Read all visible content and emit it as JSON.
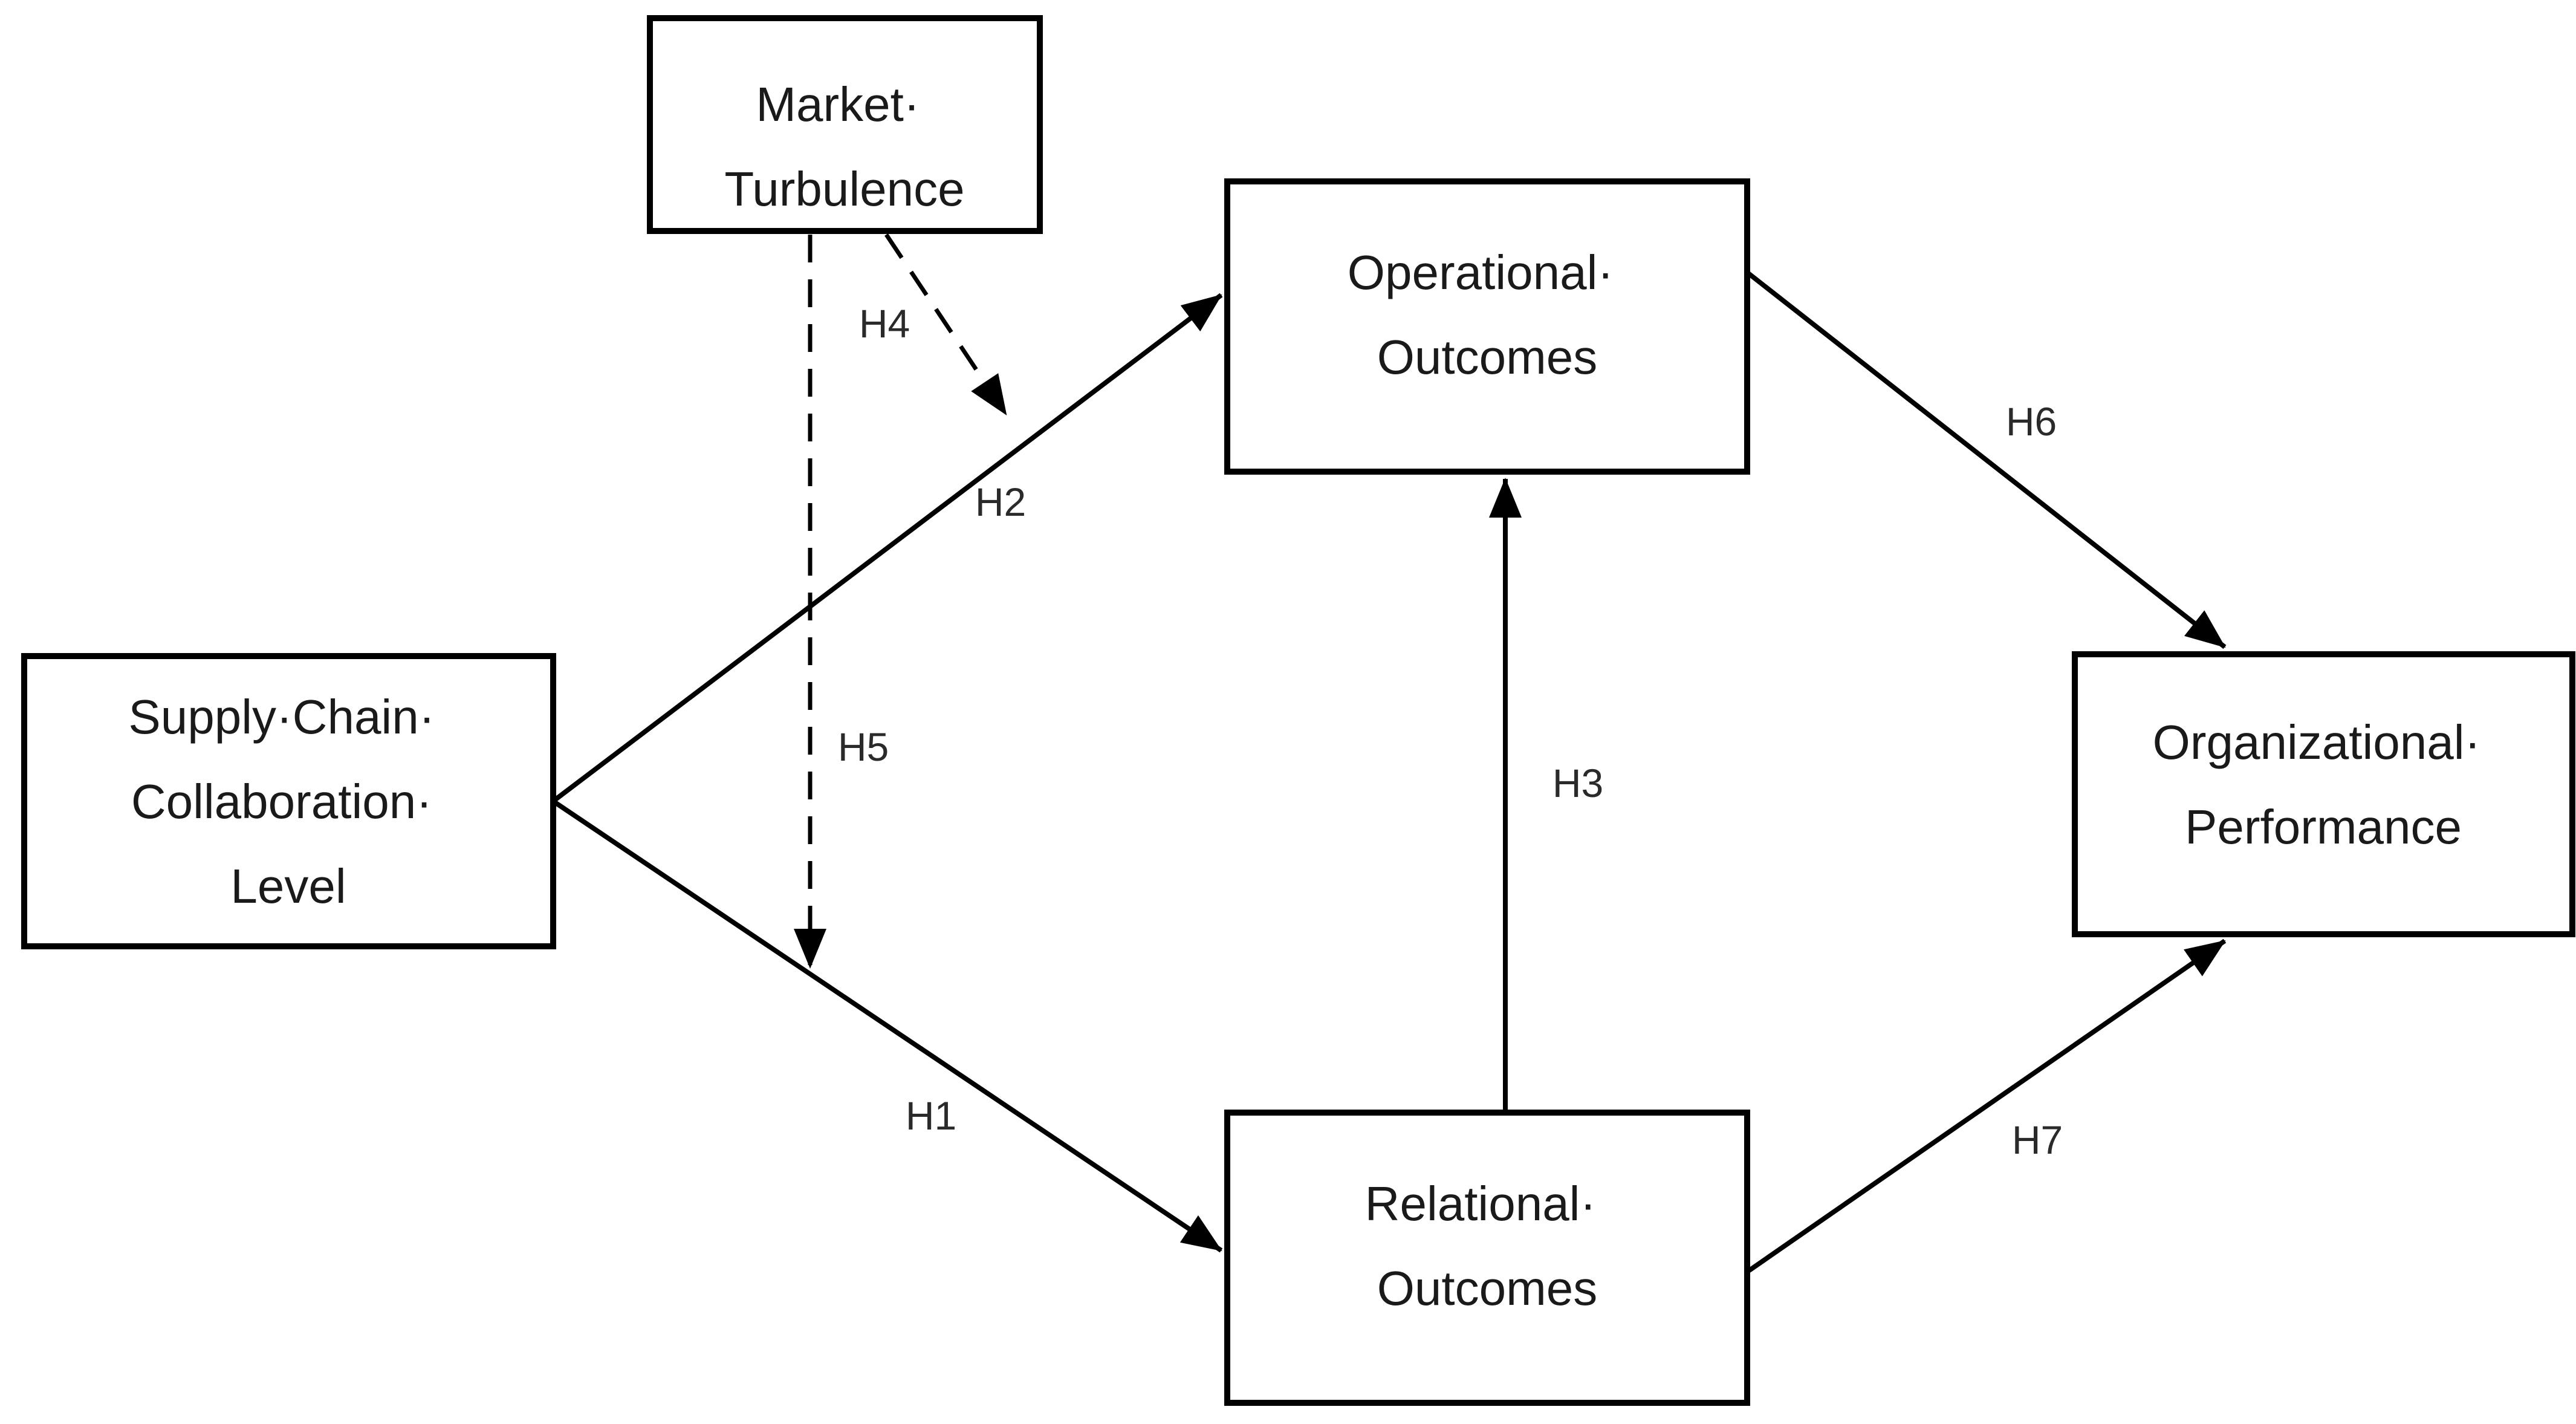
{
  "diagram": {
    "title": "Supply chain collaboration conceptual model",
    "colors": {
      "background": "#ffffff",
      "stroke": "#000000",
      "text": "#1a1a1a"
    },
    "nodes": [
      {
        "id": "market-turbulence",
        "lines": [
          "Market·",
          "Turbulence"
        ]
      },
      {
        "id": "supply-chain-collaboration-level",
        "lines": [
          "Supply·Chain·",
          "Collaboration·",
          "Level"
        ]
      },
      {
        "id": "operational-outcomes",
        "lines": [
          "Operational·",
          "Outcomes"
        ]
      },
      {
        "id": "relational-outcomes",
        "lines": [
          "Relational·",
          "Outcomes"
        ]
      },
      {
        "id": "organizational-performance",
        "lines": [
          "Organizational·",
          "Performance"
        ]
      }
    ],
    "edges": [
      {
        "id": "h1",
        "label": "H1",
        "style": "solid",
        "from": "supply-chain-collaboration-level",
        "to": "relational-outcomes"
      },
      {
        "id": "h2",
        "label": "H2",
        "style": "solid",
        "from": "supply-chain-collaboration-level",
        "to": "operational-outcomes"
      },
      {
        "id": "h3",
        "label": "H3",
        "style": "solid",
        "from": "relational-outcomes",
        "to": "operational-outcomes"
      },
      {
        "id": "h4",
        "label": "H4",
        "style": "dashed",
        "from": "market-turbulence",
        "to": "h2-path"
      },
      {
        "id": "h5",
        "label": "H5",
        "style": "dashed",
        "from": "market-turbulence",
        "to": "h1-path"
      },
      {
        "id": "h6",
        "label": "H6",
        "style": "solid",
        "from": "operational-outcomes",
        "to": "organizational-performance"
      },
      {
        "id": "h7",
        "label": "H7",
        "style": "solid",
        "from": "relational-outcomes",
        "to": "organizational-performance"
      }
    ]
  }
}
